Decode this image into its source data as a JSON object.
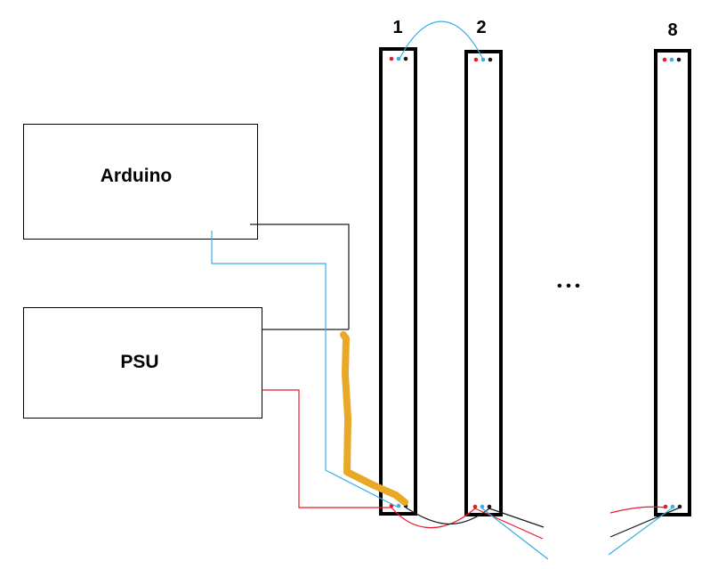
{
  "components": {
    "arduino_label": "Arduino",
    "psu_label": "PSU"
  },
  "strips": [
    {
      "label": "1"
    },
    {
      "label": "2"
    },
    {
      "label": "8"
    }
  ],
  "ellipsis": "• • •",
  "colors": {
    "data_wire": "#3aaee6",
    "power_wire": "#e8192c",
    "ground_wire": "#1a1a1a",
    "highlight": "#e9a825"
  }
}
